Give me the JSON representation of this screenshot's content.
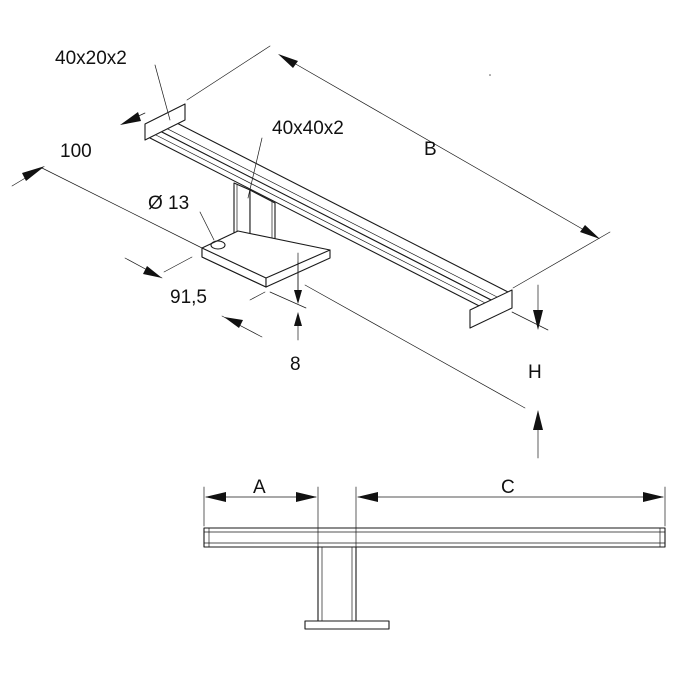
{
  "labels": {
    "profile_top": "40x20x2",
    "profile_column": "40x40x2",
    "dim_b": "B",
    "dim_100": "100",
    "dim_hole": "Ø 13",
    "dim_91_5": "91,5",
    "dim_8": "8",
    "dim_h": "H",
    "dim_a": "A",
    "dim_c": "C"
  },
  "colors": {
    "line": "#1a1a1a",
    "background": "#ffffff"
  }
}
